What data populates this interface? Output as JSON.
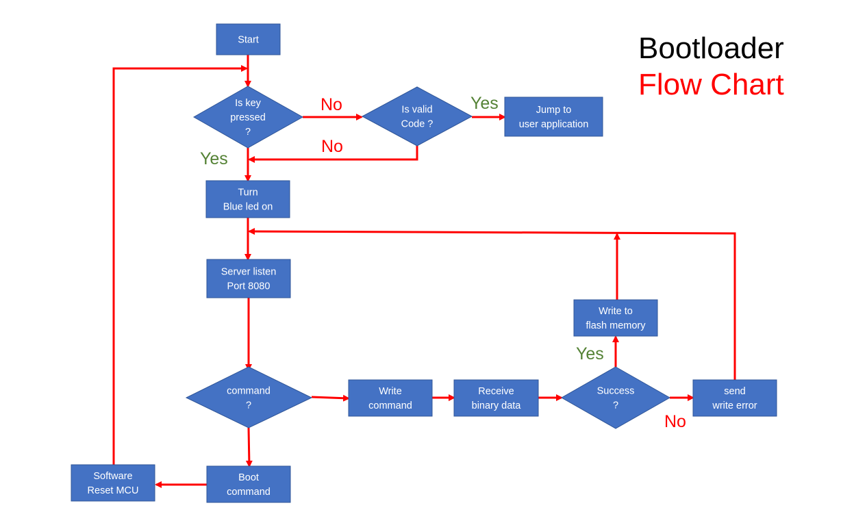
{
  "title": {
    "line1": "Bootloader",
    "line2": "Flow Chart",
    "line1_color": "#000000",
    "line2_color": "#ff0000"
  },
  "colors": {
    "node_fill": "#4472c4",
    "node_stroke": "#2f5597",
    "node_text": "#ffffff",
    "arrow": "#ff0000",
    "yes_label": "#548235",
    "no_label": "#ff0000"
  },
  "nodes": {
    "start": {
      "shape": "rect",
      "lines": [
        "Start"
      ]
    },
    "is_key_pressed": {
      "shape": "diamond",
      "lines": [
        "Is key",
        "pressed",
        "?"
      ]
    },
    "is_valid_code": {
      "shape": "diamond",
      "lines": [
        "Is valid",
        "Code ?"
      ]
    },
    "jump_to_user_app": {
      "shape": "rect",
      "lines": [
        "Jump to",
        "user application"
      ]
    },
    "turn_blue_led_on": {
      "shape": "rect",
      "lines": [
        "Turn",
        "Blue led on"
      ]
    },
    "server_listen": {
      "shape": "rect",
      "lines": [
        "Server listen",
        "Port 8080"
      ]
    },
    "command_decision": {
      "shape": "diamond",
      "lines": [
        "command",
        "?"
      ]
    },
    "write_command": {
      "shape": "rect",
      "lines": [
        "Write",
        "command"
      ]
    },
    "receive_binary_data": {
      "shape": "rect",
      "lines": [
        "Receive",
        "binary data"
      ]
    },
    "success_decision": {
      "shape": "diamond",
      "lines": [
        "Success",
        "?"
      ]
    },
    "send_write_error": {
      "shape": "rect",
      "lines": [
        "send",
        "write error"
      ]
    },
    "write_to_flash": {
      "shape": "rect",
      "lines": [
        "Write to",
        "flash memory"
      ]
    },
    "boot_command": {
      "shape": "rect",
      "lines": [
        "Boot",
        "command"
      ]
    },
    "software_reset": {
      "shape": "rect",
      "lines": [
        "Software",
        "Reset MCU"
      ]
    }
  },
  "edge_labels": {
    "key_no": "No",
    "valid_yes": "Yes",
    "valid_no": "No",
    "key_yes": "Yes",
    "success_yes": "Yes",
    "success_no": "No"
  }
}
